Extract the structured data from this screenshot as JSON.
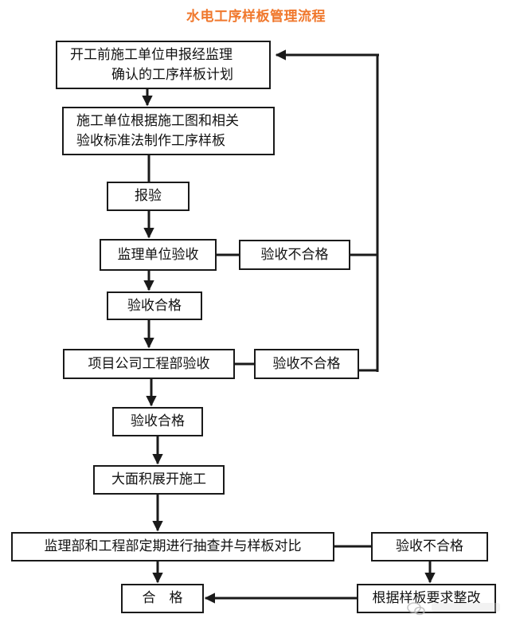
{
  "title": "水电工序样板管理流程",
  "nodes": {
    "plan": {
      "lines": [
        "开工前施工单位申报经监理",
        "确认的工序样板计划"
      ]
    },
    "make": {
      "lines": [
        "施工单位根据施工图和相关",
        "验收标准法制作工序样板"
      ]
    },
    "report": {
      "label": "报验"
    },
    "supervisor_accept": {
      "label": "监理单位验收"
    },
    "supervisor_fail": {
      "label": "验收不合格"
    },
    "supervisor_pass": {
      "label": "验收合格"
    },
    "project_accept": {
      "label": "项目公司工程部验收"
    },
    "project_fail": {
      "label": "验收不合格"
    },
    "project_pass": {
      "label": "验收合格"
    },
    "construction": {
      "label": "大面积展开施工"
    },
    "spot_check": {
      "label": "监理部和工程部定期进行抽查并与样板对比"
    },
    "check_fail": {
      "label": "验收不合格"
    },
    "qualified": {
      "label": "合　格"
    },
    "rectify": {
      "label": "根据样板要求整改"
    }
  },
  "colors": {
    "title": "#f0782d",
    "line": "#1a1a1a"
  }
}
